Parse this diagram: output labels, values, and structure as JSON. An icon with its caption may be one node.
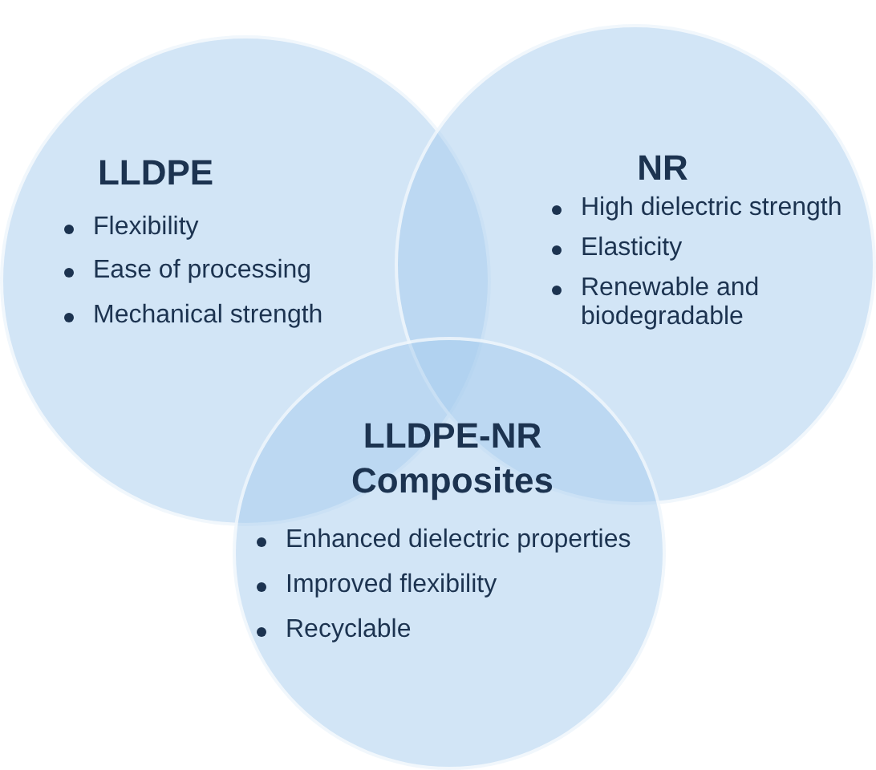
{
  "diagram": {
    "nodes": [
      {
        "text": [
          "LLDPE",
          "Flexibility",
          "Ease of processing",
          "Mechanical strength"
        ]
      },
      {
        "text": [
          "NR",
          "High dielectric strength",
          "Elasticity",
          "Renewable and biodegradable"
        ]
      },
      {
        "text": [
          "LLDPE-NR Composites",
          "Enhanced dielectric properties",
          "Improved flexibility",
          "Recyclable"
        ]
      }
    ]
  }
}
